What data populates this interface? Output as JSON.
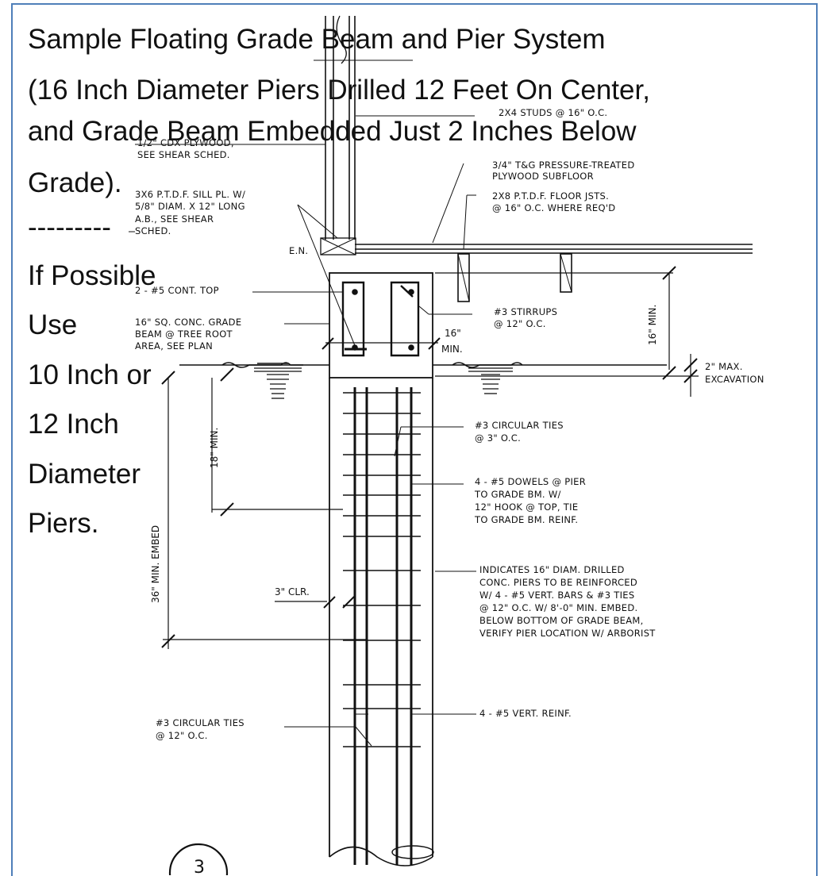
{
  "overlay": {
    "title_lines": [
      "Sample Floating Grade Beam and Pier System",
      "(16 Inch Diameter Piers Drilled 12 Feet On Center,",
      "and Grade Beam Embedded Just 2 Inches Below",
      "Grade)."
    ],
    "separator": "---------",
    "note_lines": [
      "If Possible",
      "Use",
      "10 Inch or",
      "12 Inch",
      "Diameter",
      "Piers."
    ]
  },
  "callouts": {
    "studs": "2X4 STUDS @ 16\" O.C.",
    "plywood_sheathing": "1/2\" CDX PLYWOOD,",
    "plywood_sheathing_2": "SEE SHEAR SCHED.",
    "subfloor_1": "3/4\" T&G  PRESSURE-TREATED",
    "subfloor_2": "PLYWOOD SUBFLOOR",
    "joists_1": "2X8  P.T.D.F. FLOOR JSTS.",
    "joists_2": "@ 16\" O.C. WHERE REQ'D",
    "sill_1": "3X6  P.T.D.F. SILL PL. W/",
    "sill_2": "5/8\" DIAM. X 12\" LONG",
    "sill_3": "A.B., SEE SHEAR",
    "sill_4": "SCHED.",
    "en": "E.N.",
    "top_bars": "2 - #5 CONT. TOP",
    "stirrups_1": "#3 STIRRUPS",
    "stirrups_2": "@ 12\" O.C.",
    "beam_1": "16\" SQ. CONC. GRADE",
    "beam_2": "BEAM @ TREE ROOT",
    "beam_3": "AREA, SEE PLAN",
    "beam_width_1": "16\"",
    "beam_width_2": "MIN.",
    "beam_height": "16\" MIN.",
    "excavation_1": "2\" MAX.",
    "excavation_2": "EXCAVATION",
    "ties_3_1": "#3 CIRCULAR TIES",
    "ties_3_2": "@ 3\" O.C.",
    "dowels_1": "4 - #5 DOWELS @ PIER",
    "dowels_2": "TO GRADE BM. W/",
    "dowels_3": "12\" HOOK @ TOP, TIE",
    "dowels_4": "TO GRADE BM. REINF.",
    "dim_18": "18\" MIN.",
    "dim_36": "36\" MIN. EMBED",
    "clr": "3\" CLR.",
    "pier_1": "INDICATES 16\" DIAM. DRILLED",
    "pier_2": "CONC. PIERS TO BE REINFORCED",
    "pier_3": "W/ 4 - #5 VERT. BARS & #3 TIES",
    "pier_4": "@ 12\" O.C. W/ 8'-0\" MIN. EMBED.",
    "pier_5": "BELOW BOTTOM OF GRADE BEAM,",
    "pier_6": "VERIFY PIER LOCATION W/ ARBORIST",
    "vert_reinf": "4 - #5 VERT. REINF.",
    "ties_12_1": "#3 CIRCULAR TIES",
    "ties_12_2": "@ 12\" O.C.",
    "detail_number": "3"
  },
  "colors": {
    "frame_border": "#4f7fb9",
    "ink": "#111111"
  }
}
